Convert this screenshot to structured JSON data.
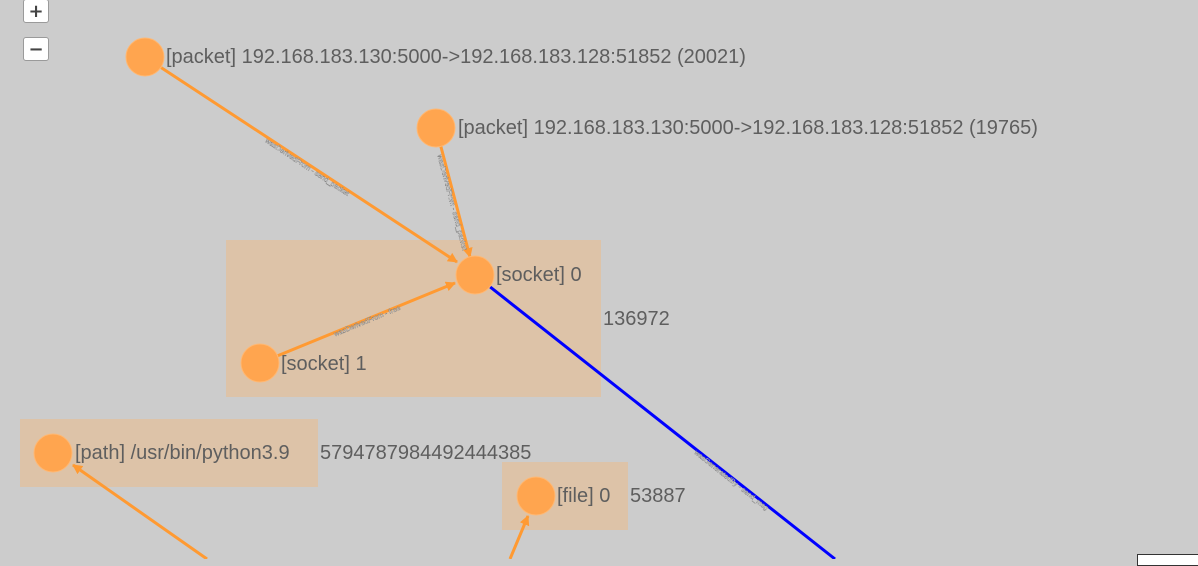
{
  "controls": {
    "zoom_in": "+",
    "zoom_out": "−"
  },
  "colors": {
    "background": "#cccccc",
    "node": "#ffa54f",
    "group": "#ddc3a8",
    "edge_orange": "#ff9a32",
    "edge_blue": "#0000ff"
  },
  "groups": {
    "g1": {
      "label": "136972"
    },
    "g2": {
      "label": "5794787984492444385"
    },
    "g3": {
      "label": "53887"
    }
  },
  "nodes": {
    "n1": {
      "label": "[packet] 192.168.183.130:5000->192.168.183.128:51852 (20021)"
    },
    "n2": {
      "label": "[packet] 192.168.183.130:5000->192.168.183.128:51852 (19765)"
    },
    "n3": {
      "label": "[socket] 0"
    },
    "n4": {
      "label": "[socket] 1"
    },
    "n5": {
      "label": "[path] /usr/bin/python3.9"
    },
    "n6": {
      "label": "[file] 0"
    }
  },
  "edges": {
    "e1": {
      "label": "wasDerivedFrom - send_packet"
    },
    "e2": {
      "label": "wasDerivedFrom - send_packet"
    },
    "e3": {
      "label": "wasDerivedFrom - free"
    },
    "e4": {
      "label": "wasGeneratedBy - send_msg"
    }
  }
}
